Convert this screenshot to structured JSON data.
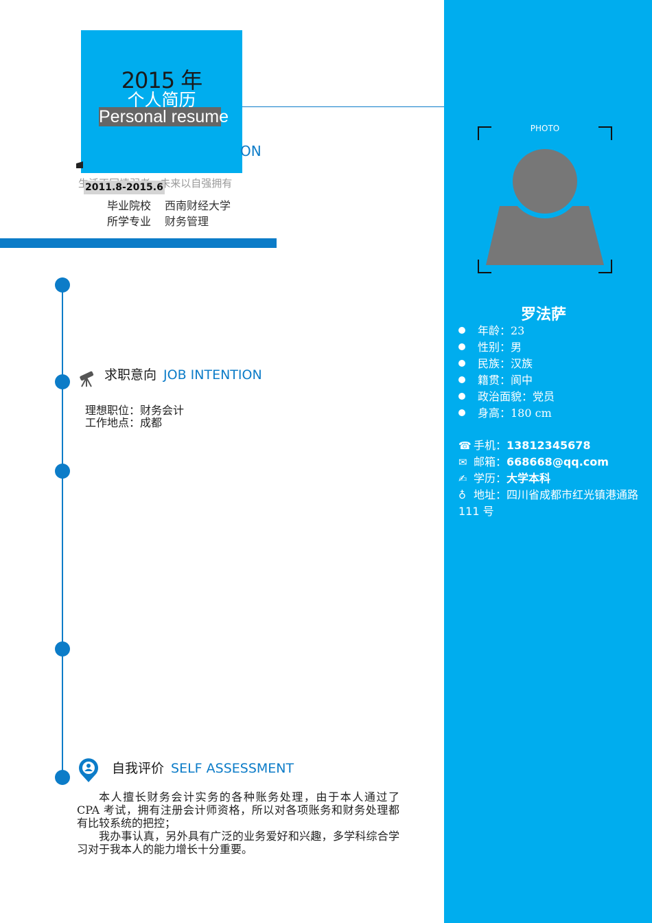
{
  "header": {
    "year": "2015 年",
    "title_zh": "个人简历",
    "title_en": "Personal resume"
  },
  "education": {
    "heading_visible_tail": "ON",
    "motto": "生活不同情弱者   未来以自强拥有",
    "date_range": "2011.8-2015.6",
    "school_label": "毕业院校",
    "school_value": "西南财经大学",
    "major_label": "所学专业",
    "major_value": "财务管理"
  },
  "job_intention": {
    "title_zh": "求职意向",
    "title_en": "JOB INTENTION",
    "position_line": "理想职位：财务会计",
    "location_line": "工作地点：成都"
  },
  "self_assessment": {
    "title_zh": "自我评价",
    "title_en": "SELF ASSESSMENT",
    "paragraph_1": "本人擅长财务会计实务的各种账务处理，由于本人通过了 CPA 考试，拥有注册会计师资格，所以对各项账务和财务处理都有比较系统的把控；",
    "paragraph_2": "我办事认真，另外具有广泛的业务爱好和兴趣，多学科综合学习对于我本人的能力增长十分重要。"
  },
  "sidebar": {
    "photo_label": "PHOTO",
    "name": "罗法萨",
    "info": [
      {
        "label": "年龄：23"
      },
      {
        "label": "性别：男"
      },
      {
        "label": "民族：汉族"
      },
      {
        "label": "籍贯：阆中"
      },
      {
        "label": "政治面貌：党员"
      },
      {
        "label": "身高：180 cm"
      }
    ],
    "phone_label": "手机：",
    "phone_value": "13812345678",
    "email_label": "邮箱：",
    "email_value": "668668@qq.com",
    "education_label": "学历：",
    "education_value": "大学本科",
    "address_label": "地址：",
    "address_value": "四川省成都市红光镇港通路 111 号"
  },
  "icons": {
    "phone": "phone-icon",
    "email": "envelope-icon",
    "education": "pen-icon",
    "address": "location-pin-icon",
    "job": "telescope-icon",
    "assessment": "user-location-icon",
    "education_section": "graduation-cap-icon"
  },
  "colors": {
    "sidebar_blue": "#00adee",
    "accent_blue": "#0c7cc8",
    "avatar_gray": "#777777"
  }
}
